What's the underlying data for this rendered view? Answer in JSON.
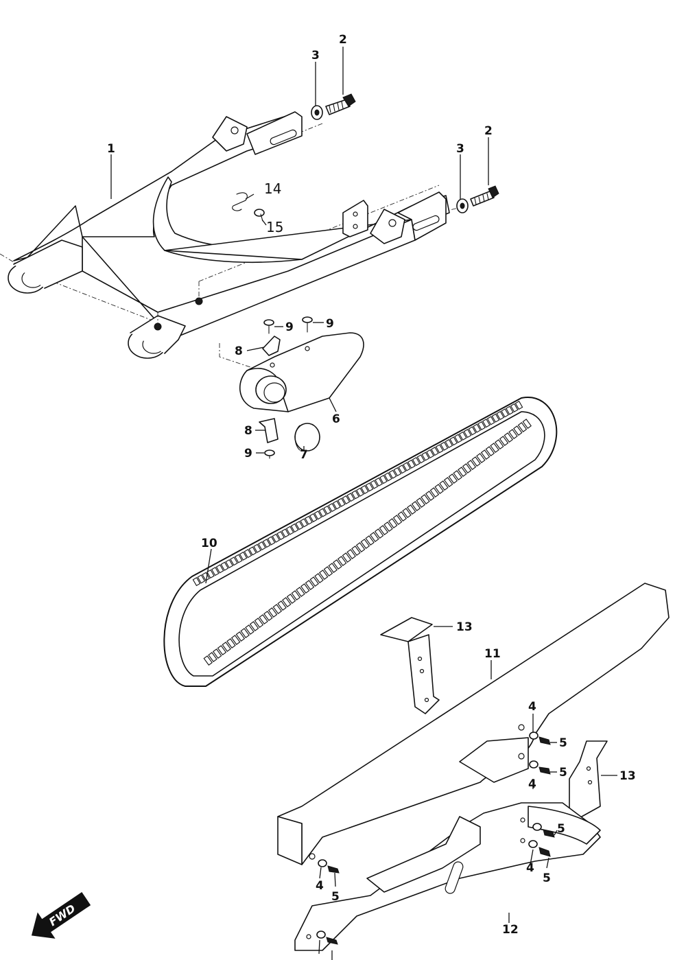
{
  "parts": [
    {
      "id": "1",
      "label": "1"
    },
    {
      "id": "2",
      "label": "2"
    },
    {
      "id": "3",
      "label": "3"
    },
    {
      "id": "4",
      "label": "4"
    },
    {
      "id": "5",
      "label": "5"
    },
    {
      "id": "6",
      "label": "6"
    },
    {
      "id": "7",
      "label": "7"
    },
    {
      "id": "8",
      "label": "8"
    },
    {
      "id": "9",
      "label": "9"
    },
    {
      "id": "10",
      "label": "10"
    },
    {
      "id": "11",
      "label": "11"
    },
    {
      "id": "12",
      "label": "12"
    },
    {
      "id": "13",
      "label": "13"
    },
    {
      "id": "14",
      "label": "14"
    },
    {
      "id": "15",
      "label": "15"
    }
  ],
  "direction_arrow": {
    "label": "FWD",
    "icon": "fwd-arrow-icon"
  },
  "colors": {
    "line": "#111111",
    "fill": "#ffffff"
  }
}
